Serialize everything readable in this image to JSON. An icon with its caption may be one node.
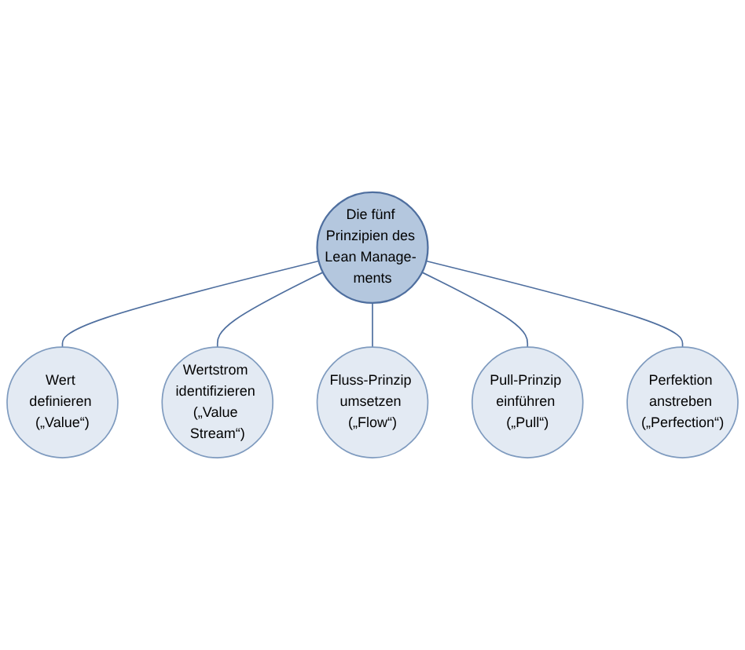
{
  "diagram": {
    "nodes": [
      {
        "text": [
          "Die fünf Prinzipien des Lean Manage- ments"
        ]
      },
      {
        "text": [
          "Wert definieren („Value“)"
        ]
      },
      {
        "text": [
          "Wertstrom identifizieren („Value Stream“)"
        ]
      },
      {
        "text": [
          "Fluss-Prinzip umsetzen („Flow“)"
        ]
      },
      {
        "text": [
          "Pull-Prinzip einführen („Pull“)"
        ]
      },
      {
        "text": [
          "Perfektion anstreben („Perfection“)"
        ]
      }
    ],
    "edges": [
      {
        "from": 0,
        "to": 1,
        "arrow": "none"
      },
      {
        "from": 0,
        "to": 2,
        "arrow": "none"
      },
      {
        "from": 0,
        "to": 3,
        "arrow": "none"
      },
      {
        "from": 0,
        "to": 4,
        "arrow": "none"
      },
      {
        "from": 0,
        "to": 5,
        "arrow": "none"
      }
    ]
  }
}
